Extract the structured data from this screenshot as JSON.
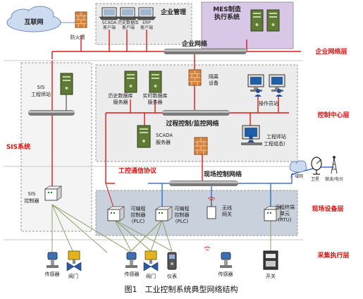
{
  "diagram": {
    "caption": "图1　工业控制系统典型网络结构",
    "zones": {
      "enterprise_title": "企业管理",
      "mes_line1": "MES制造",
      "mes_line2": "执行系统",
      "sis_system": "SIS系统"
    },
    "layers": [
      {
        "label": "企业网络层"
      },
      {
        "label": "控制中心层"
      },
      {
        "label": "现场设备层"
      },
      {
        "label": "采集执行层"
      }
    ],
    "networks": {
      "enterprise": "企业网络",
      "process": "过程控制/监控网络",
      "field": "现场控制网络",
      "protocol": "工控通信协议"
    },
    "nodes": {
      "internet": "互联网",
      "firewall": "防火墙",
      "scada_client": [
        "SCADA",
        "客户端"
      ],
      "history_client": [
        "历史数据库",
        "客户端"
      ],
      "erp_client": [
        "ERP",
        "客户端"
      ],
      "isolation": [
        "隔离",
        "设备"
      ],
      "hist_server": [
        "历史数据库",
        "服务器"
      ],
      "rt_server": [
        "实时数据库",
        "服务器"
      ],
      "operator": "操作员站",
      "scada_server": [
        "SCADA",
        "服务器"
      ],
      "eng_station": [
        "工程师站",
        "工程组态)"
      ],
      "sis_eng": [
        "SIS",
        "工程师站"
      ],
      "sis_ctrl": [
        "SIS",
        "控制器"
      ],
      "plc1": [
        "可编程",
        "控制器",
        "(PLC)"
      ],
      "plc2": [
        "可编程",
        "控制器",
        "(PLC)"
      ],
      "wireless": [
        "无线",
        "网关"
      ],
      "rtu": [
        "远程终端",
        "单元",
        "(RTU)"
      ],
      "wan": "广域网",
      "satellite": "卫星",
      "microwave": "微波/电台"
    },
    "devices": {
      "sensor": "传感器",
      "valve": "阀门",
      "instrument": "仪表",
      "switch": "开关"
    }
  }
}
